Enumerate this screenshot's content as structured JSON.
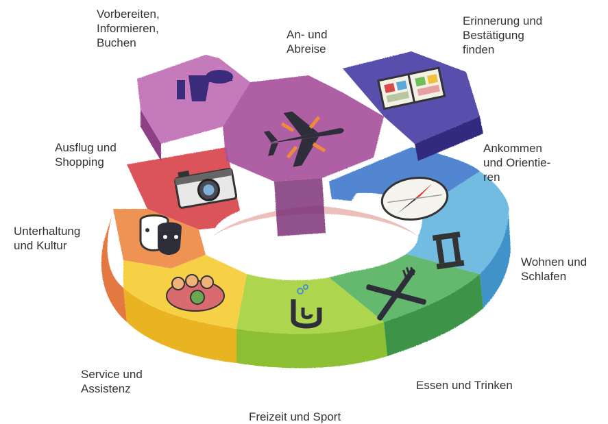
{
  "labels": {
    "prepare": [
      "Vorbereiten,",
      "Informieren,",
      "Buchen"
    ],
    "travel": [
      "An- und",
      "Abreise"
    ],
    "memory": [
      "Erinnerung und",
      "Bestätigung",
      "finden"
    ],
    "excursion": [
      "Ausflug und",
      "Shopping"
    ],
    "arrival": [
      "Ankommen",
      "und Orientie-",
      "ren"
    ],
    "culture": [
      "Unterhaltung",
      "und Kultur"
    ],
    "sleep": [
      "Wohnen und",
      "Schlafen"
    ],
    "service": [
      "Service und",
      "Assistenz"
    ],
    "food": [
      "Essen und Trinken"
    ],
    "leisure": [
      "Freizeit und Sport"
    ]
  },
  "pieces": [
    {
      "id": "prepare",
      "color": "#b05aa8",
      "icon": "info-icon"
    },
    {
      "id": "travel",
      "color": "#a8529c",
      "icon": "airplane-icon"
    },
    {
      "id": "memory",
      "color": "#4a3f9e",
      "icon": "photo-album-icon"
    },
    {
      "id": "excursion",
      "color": "#d8454c",
      "icon": "camera-icon"
    },
    {
      "id": "arrival",
      "color": "#3f73c4",
      "icon": "compass-icon"
    },
    {
      "id": "culture",
      "color": "#e8793a",
      "icon": "theater-masks-icon"
    },
    {
      "id": "sleep",
      "color": "#5aa9d6",
      "icon": "bed-icon"
    },
    {
      "id": "service",
      "color": "#f2c52e",
      "icon": "helping-hands-icon"
    },
    {
      "id": "leisure",
      "color": "#9ccf3a",
      "icon": "diving-icon"
    },
    {
      "id": "food",
      "color": "#4fa85a",
      "icon": "fork-knife-icon"
    }
  ]
}
